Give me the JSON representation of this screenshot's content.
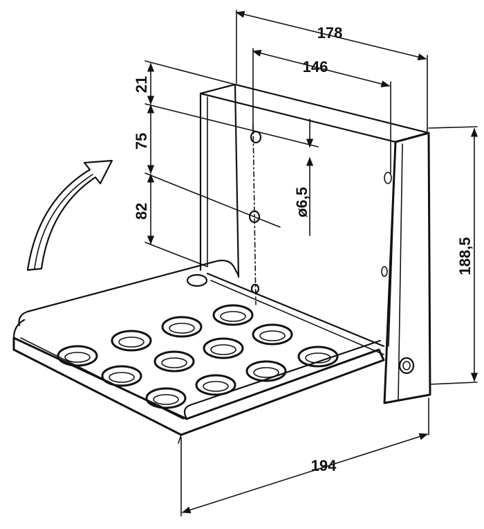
{
  "dimensions": {
    "width_top_outer": "178",
    "width_top_holes": "146",
    "offset_top": "21",
    "hole_spacing_upper": "75",
    "hole_spacing_lower": "82",
    "hole_diameter": "ø6,5",
    "height_right": "188,5",
    "depth_bottom": "194"
  },
  "icons": {
    "arrow": "fold-up-arrow-icon"
  },
  "colors": {
    "ink": "#111111",
    "paper": "#ffffff"
  }
}
